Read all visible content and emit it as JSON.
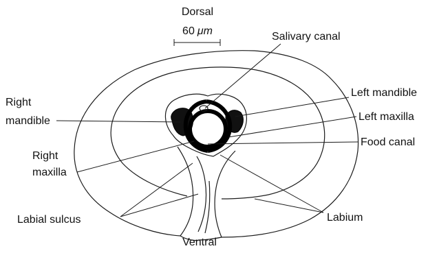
{
  "orientation": {
    "top": "Dorsal",
    "bottom": "Ventral"
  },
  "scale_bar": {
    "value": "60",
    "unit": "μm"
  },
  "labels": {
    "salivary_canal": "Salivary canal",
    "right_mandible_1": "Right",
    "right_mandible_2": "mandible",
    "left_mandible": "Left mandible",
    "left_maxilla": "Left maxilla",
    "food_canal": "Food canal",
    "right_maxilla_1": "Right",
    "right_maxilla_2": "maxilla",
    "labial_sulcus": "Labial sulcus",
    "labium": "Labium"
  }
}
